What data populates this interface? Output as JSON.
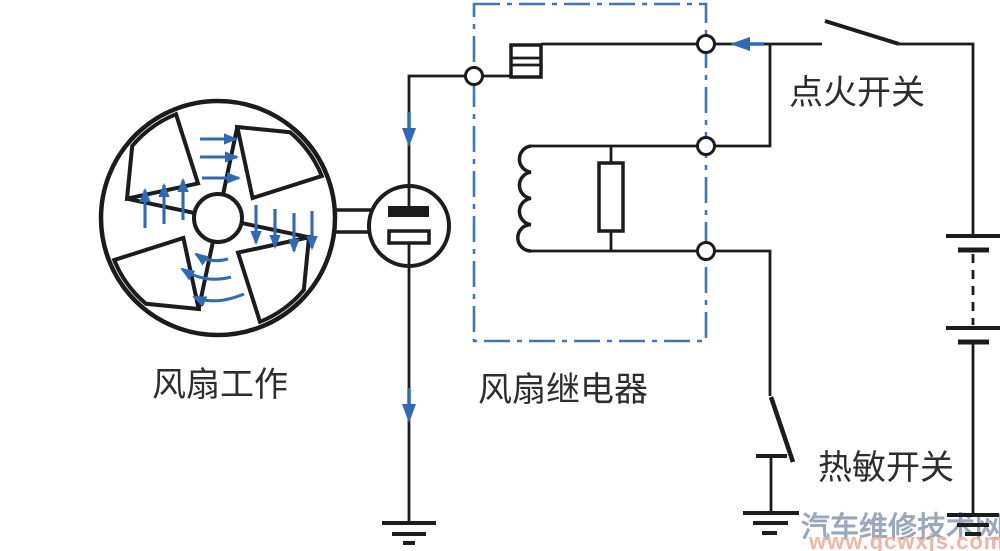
{
  "labels": {
    "fan": "风扇工作",
    "relay": "风扇继电器",
    "ignition": "点火开关",
    "thermo": "热敏开关"
  },
  "watermark": {
    "title": "汽车维修技术网",
    "url": "www.qcwxjs.com"
  },
  "colors": {
    "background": "#ffffff",
    "line": "#1c1c1c",
    "blue": "#2e6ab8",
    "relay_border": "#4273bb",
    "label": "#2d2d2d",
    "watermark_title": "#9aa7bd",
    "watermark_url": "#f3b5a3"
  }
}
